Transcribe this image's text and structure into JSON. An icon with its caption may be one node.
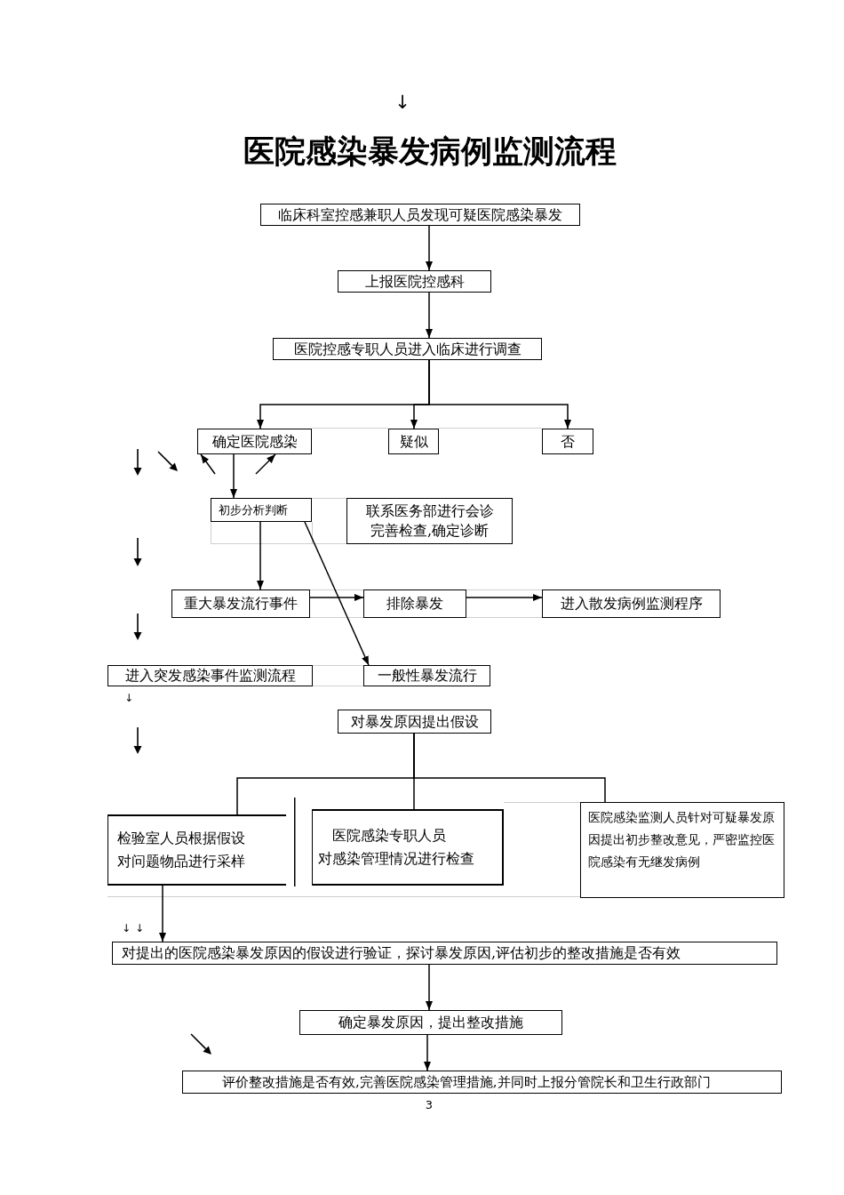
{
  "diagram": {
    "title": "医院感染暴发病例监测流程",
    "nodes": [
      {
        "text": [
          "临床科室控感兼职人员发现可疑医院感染暴发"
        ]
      },
      {
        "text": [
          "上报医院控感科"
        ]
      },
      {
        "text": [
          "医院控感专职人员进入临床进行调查"
        ]
      },
      {
        "text": [
          "确定医院感染"
        ]
      },
      {
        "text": [
          "疑似"
        ]
      },
      {
        "text": [
          "否"
        ]
      },
      {
        "text": [
          "初步分析判断"
        ]
      },
      {
        "text": [
          "联系医务部进行会诊",
          "完善检查,确定诊断"
        ]
      },
      {
        "text": [
          "重大暴发流行事件"
        ]
      },
      {
        "text": [
          "排除暴发"
        ]
      },
      {
        "text": [
          "进入散发病例监测程序"
        ]
      },
      {
        "text": [
          "进入突发感染事件监测流程"
        ]
      },
      {
        "text": [
          "一般性暴发流行"
        ]
      },
      {
        "text": [
          "对暴发原因提出假设"
        ]
      },
      {
        "text": [
          "检验室人员根据假设",
          "对问题物品进行采样"
        ]
      },
      {
        "text": [
          "医院感染专职人员",
          "对感染管理情况进行检查"
        ]
      },
      {
        "text": [
          "医院感染监测人员针对可疑暴发原因提出初步整改意见，严密监控医院感染有无继发病例"
        ]
      },
      {
        "text": [
          "对提出的医院感染暴发原因的假设进行验证，探讨暴发原因,评估初步的整改措施是否有效"
        ]
      },
      {
        "text": [
          "确定暴发原因，提出整改措施"
        ]
      },
      {
        "text": [
          "评价整改措施是否有效,完善医院感染管理措施,并同时上报分管院长和卫生行政部门"
        ]
      }
    ],
    "edges": [
      {
        "from": 0,
        "to": 1,
        "arrow": "to"
      },
      {
        "from": 1,
        "to": 2,
        "arrow": "to"
      },
      {
        "from": 2,
        "to": 3,
        "arrow": "to"
      },
      {
        "from": 2,
        "to": 4,
        "arrow": "to"
      },
      {
        "from": 2,
        "to": 5,
        "arrow": "to"
      },
      {
        "from": 3,
        "to": 6,
        "arrow": "to"
      },
      {
        "from": null,
        "to": 3,
        "arrow": "to"
      },
      {
        "from": null,
        "to": 3,
        "arrow": "to"
      },
      {
        "from": 6,
        "to": 8,
        "arrow": "to"
      },
      {
        "from": 6,
        "to": 12,
        "arrow": "to"
      },
      {
        "from": 8,
        "to": 9,
        "arrow": "to"
      },
      {
        "from": 9,
        "to": 10,
        "arrow": "to"
      },
      {
        "from": 13,
        "to": 14,
        "arrow": "none"
      },
      {
        "from": 13,
        "to": 15,
        "arrow": "none"
      },
      {
        "from": 13,
        "to": 16,
        "arrow": "none"
      },
      {
        "from": 14,
        "to": 17,
        "arrow": "to"
      },
      {
        "from": 17,
        "to": 18,
        "arrow": "to"
      },
      {
        "from": 18,
        "to": 19,
        "arrow": "to"
      }
    ],
    "labels": [
      "↓",
      "↓",
      "↓",
      "↓",
      "3"
    ]
  }
}
